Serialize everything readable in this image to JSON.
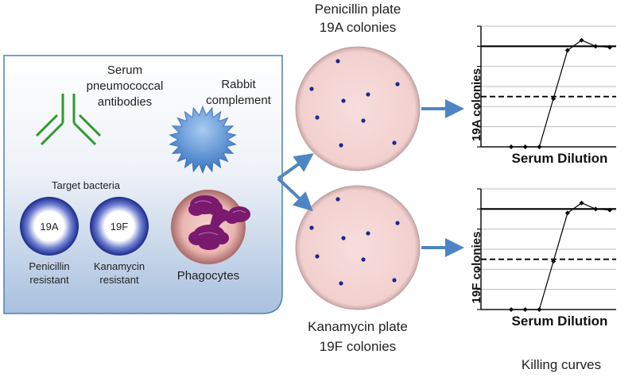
{
  "assay_panel": {
    "antibodies_label": [
      "Serum",
      "pneumococcal",
      "antibodies"
    ],
    "complement_label": [
      "Rabbit",
      "complement"
    ],
    "target_label": "Target bacteria",
    "strain_19a": "19A",
    "strain_19f": "19F",
    "penicillin_resistant": [
      "Penicillin",
      "resistant"
    ],
    "kanamycin_resistant": [
      "Kanamycin",
      "resistant"
    ],
    "phagocytes_label": "Phagocytes"
  },
  "plates": {
    "top_label": [
      "Penicillin plate",
      "19A colonies"
    ],
    "bottom_label": [
      "Kanamycin plate",
      "19F colonies"
    ]
  },
  "killing_curves_label": "Killing curves",
  "colors": {
    "panel_top": "#ffffff",
    "panel_bottom": "#a9c0de",
    "panel_border": "#4f7fb8",
    "antibody": "#2e9a2e",
    "complement": "#5b94d6",
    "bacteria_dark": "#1a2a8c",
    "plate_fill": "#f4d5d4",
    "colony": "#1a2a8c",
    "phagocyte_fill": "#e9b0ad",
    "phagocyte_body": "#7a1a6e",
    "arrow": "#4f85c2"
  },
  "chart_data": [
    {
      "type": "line",
      "ylabel": "19A colonies",
      "xlabel": "Serum Dilution",
      "x": [
        1,
        2,
        3,
        4,
        5,
        6,
        7,
        8
      ],
      "y": [
        0,
        0,
        0,
        2.4,
        4.8,
        5.3,
        5.0,
        4.95
      ],
      "ylim": [
        0,
        6
      ],
      "reference_solid": 5,
      "reference_dashed": 2.5,
      "grid": true
    },
    {
      "type": "line",
      "ylabel": "19F colonies",
      "xlabel": "Serum Dilution",
      "x": [
        1,
        2,
        3,
        4,
        5,
        6,
        7,
        8
      ],
      "y": [
        0,
        0,
        0,
        2.4,
        4.8,
        5.3,
        5.0,
        4.95
      ],
      "ylim": [
        0,
        6
      ],
      "reference_solid": 5,
      "reference_dashed": 2.5,
      "grid": true
    }
  ]
}
